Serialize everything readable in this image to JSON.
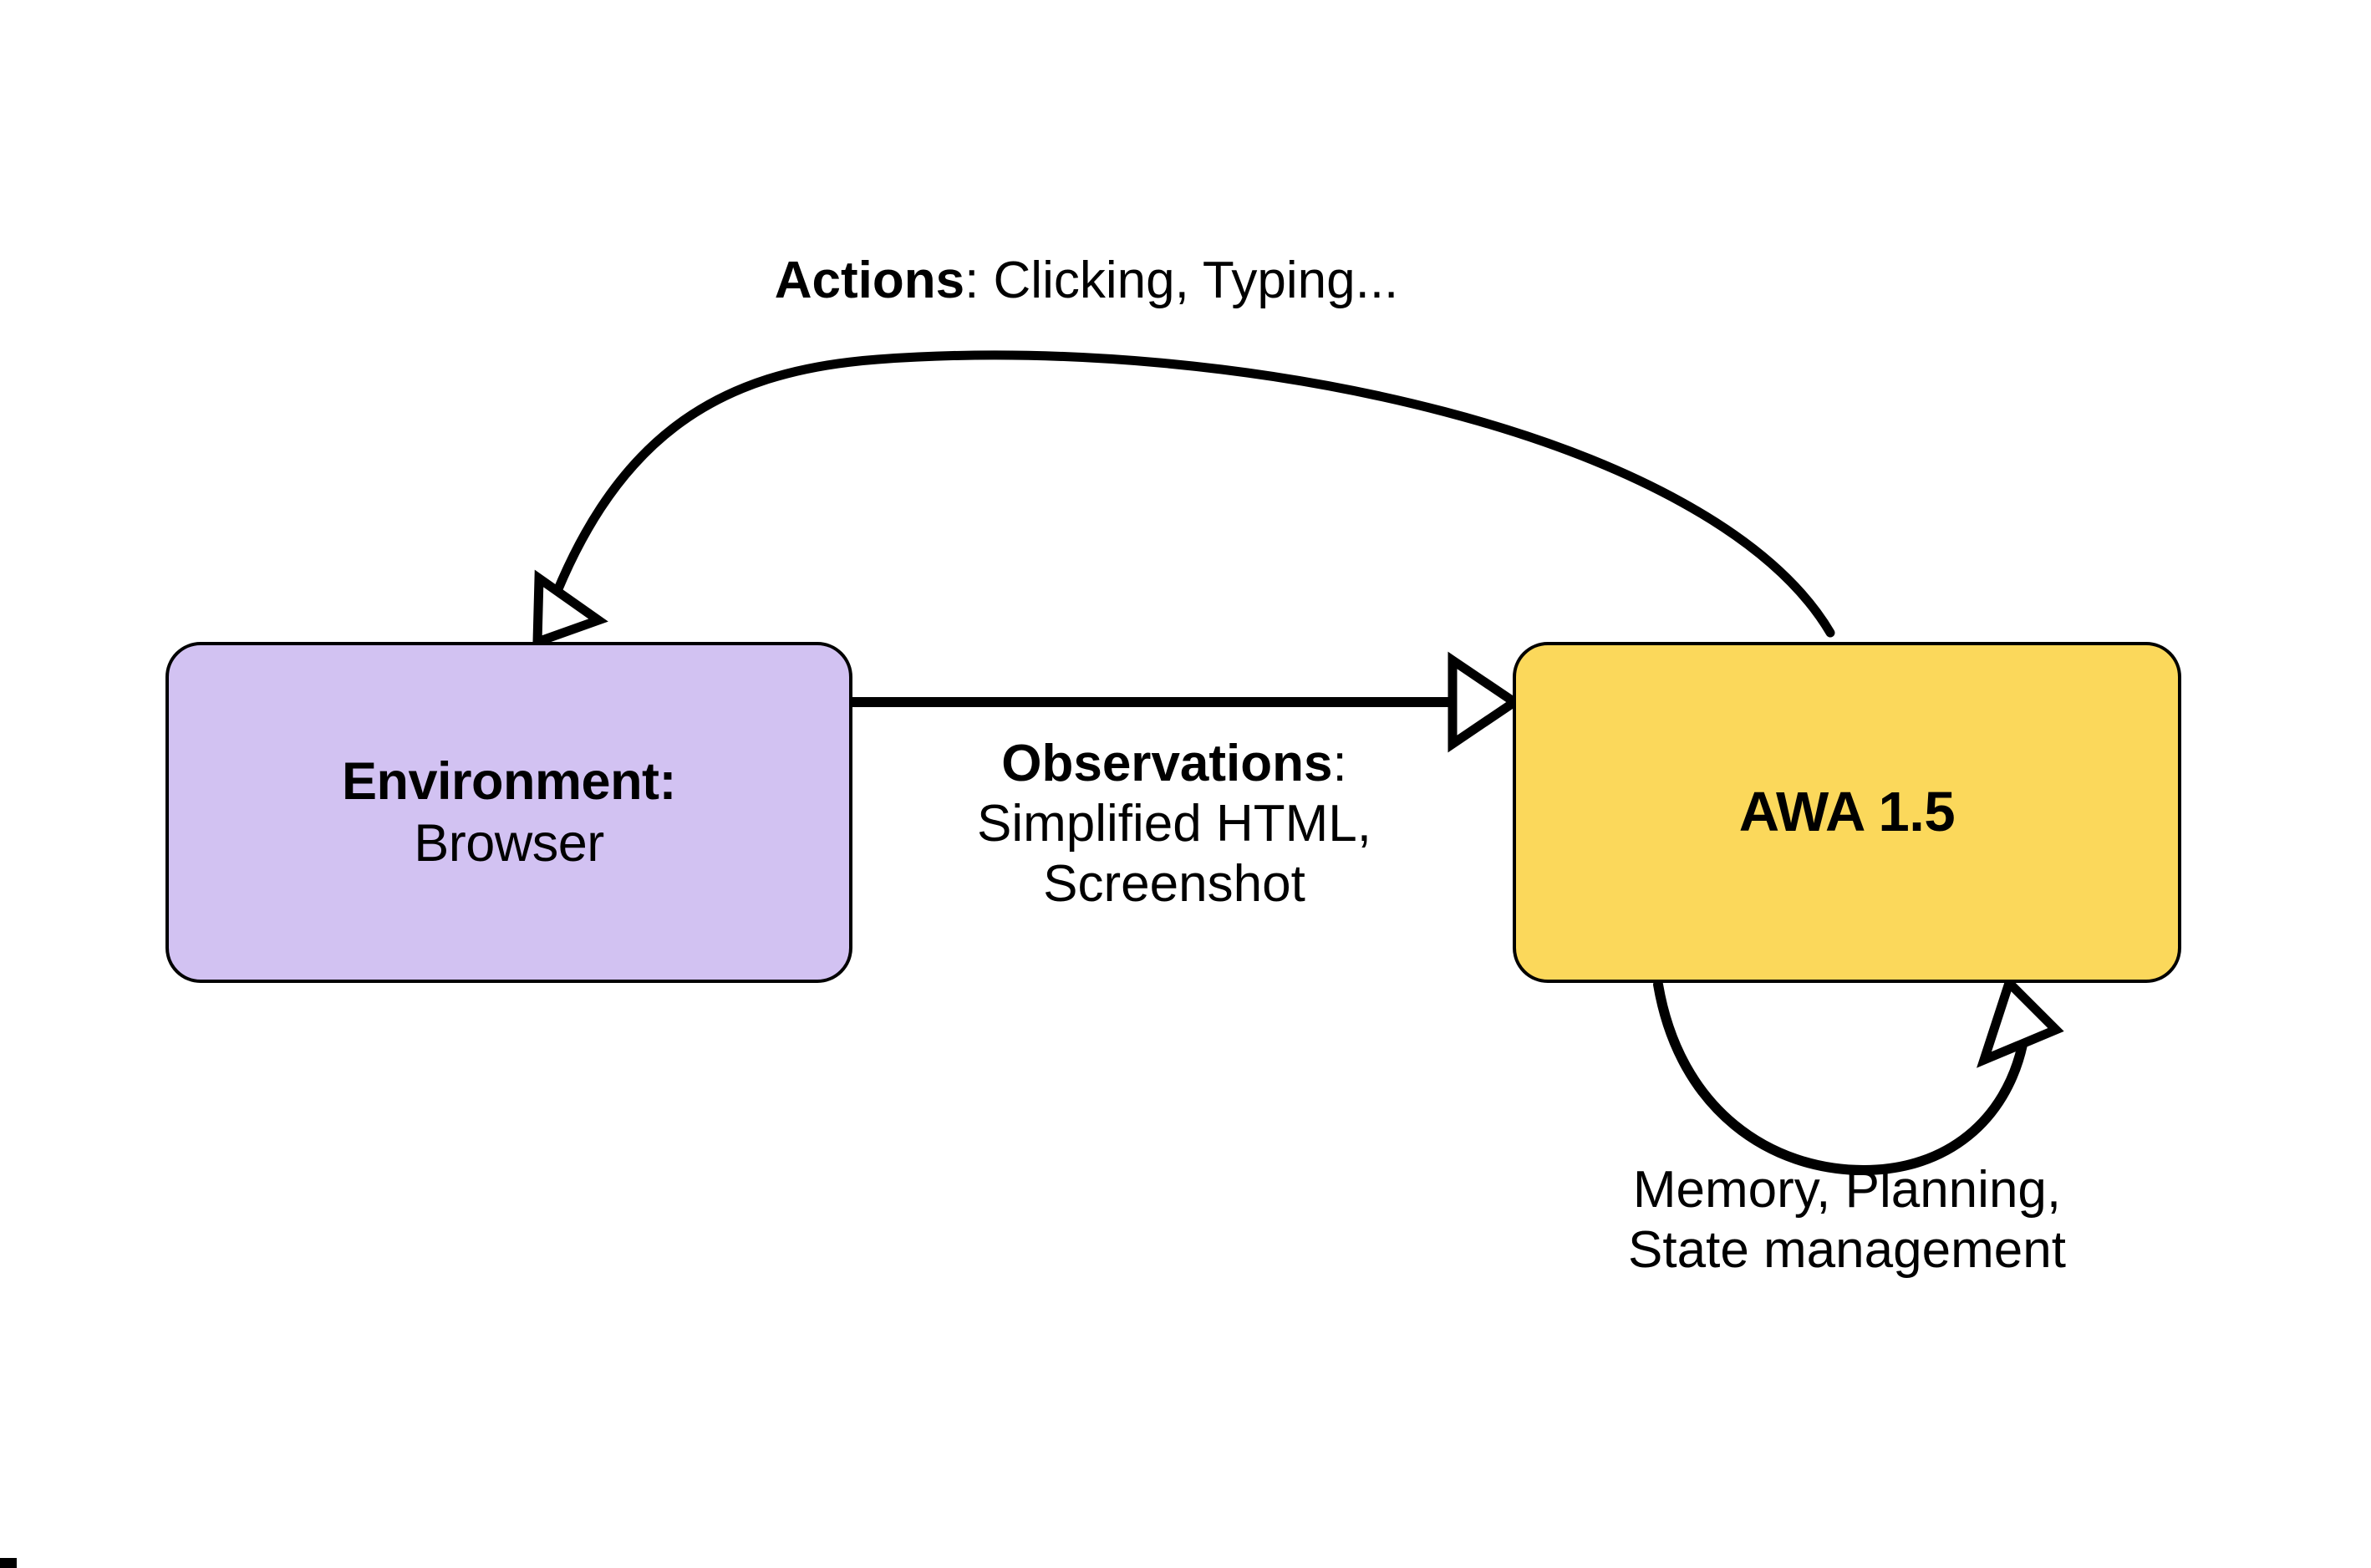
{
  "diagram": {
    "title": "AWA 1.5 agent-environment interaction loop",
    "background_color": "#ffffff",
    "stroke_color": "#000000",
    "nodes": [
      {
        "id": "environment",
        "line1": "Environment:",
        "line2": "Browser",
        "fill_color": "#d2c2f2",
        "border_color": "#000000",
        "shape": "rounded-rectangle"
      },
      {
        "id": "agent",
        "title": "AWA 1.5",
        "fill_color": "#fbd85b",
        "border_color": "#000000",
        "shape": "rounded-rectangle"
      }
    ],
    "edges": [
      {
        "id": "actions",
        "from": "agent",
        "to": "environment",
        "style": "curved-arc",
        "arrowhead": "open-triangle",
        "label_bold": "Actions",
        "label_rest": ": Clicking, Typing..."
      },
      {
        "id": "observations",
        "from": "environment",
        "to": "agent",
        "style": "straight",
        "arrowhead": "open-triangle",
        "label_bold": "Observations",
        "label_colon": ":",
        "label_line2": "Simplified HTML,",
        "label_line3": "Screenshot"
      },
      {
        "id": "self-loop",
        "from": "agent",
        "to": "agent",
        "style": "self-loop",
        "arrowhead": "open-triangle",
        "label_line1": "Memory, Planning,",
        "label_line2": "State management"
      }
    ]
  }
}
